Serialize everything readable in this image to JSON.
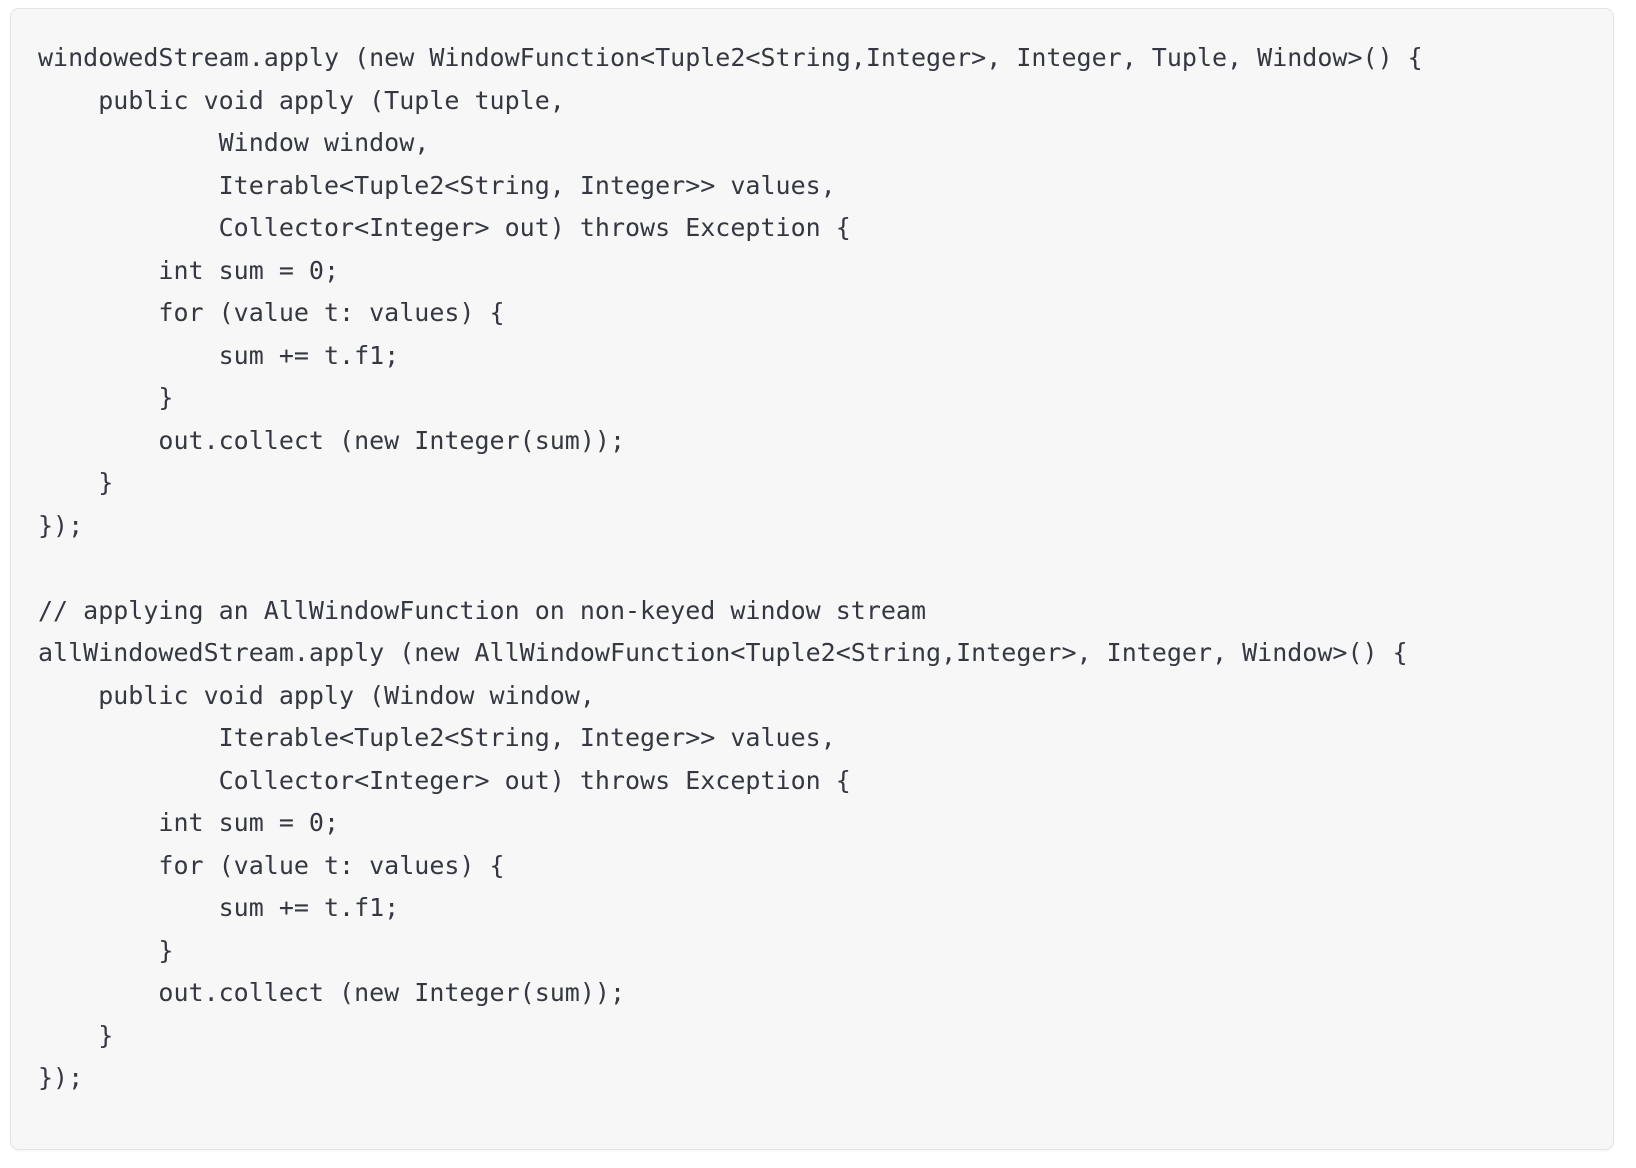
{
  "document": {
    "type": "code-snippet",
    "language": "java",
    "background_color": "#f7f7f8",
    "border_color": "#e3e4e8",
    "text_color": "#353840"
  },
  "code": {
    "lines": [
      "windowedStream.apply (new WindowFunction<Tuple2<String,Integer>, Integer, Tuple, Window>() {",
      "    public void apply (Tuple tuple,",
      "            Window window,",
      "            Iterable<Tuple2<String, Integer>> values,",
      "            Collector<Integer> out) throws Exception {",
      "        int sum = 0;",
      "        for (value t: values) {",
      "            sum += t.f1;",
      "        }",
      "        out.collect (new Integer(sum));",
      "    }",
      "});",
      "",
      "// applying an AllWindowFunction on non-keyed window stream",
      "allWindowedStream.apply (new AllWindowFunction<Tuple2<String,Integer>, Integer, Window>() {",
      "    public void apply (Window window,",
      "            Iterable<Tuple2<String, Integer>> values,",
      "            Collector<Integer> out) throws Exception {",
      "        int sum = 0;",
      "        for (value t: values) {",
      "            sum += t.f1;",
      "        }",
      "        out.collect (new Integer(sum));",
      "    }",
      "});"
    ]
  }
}
